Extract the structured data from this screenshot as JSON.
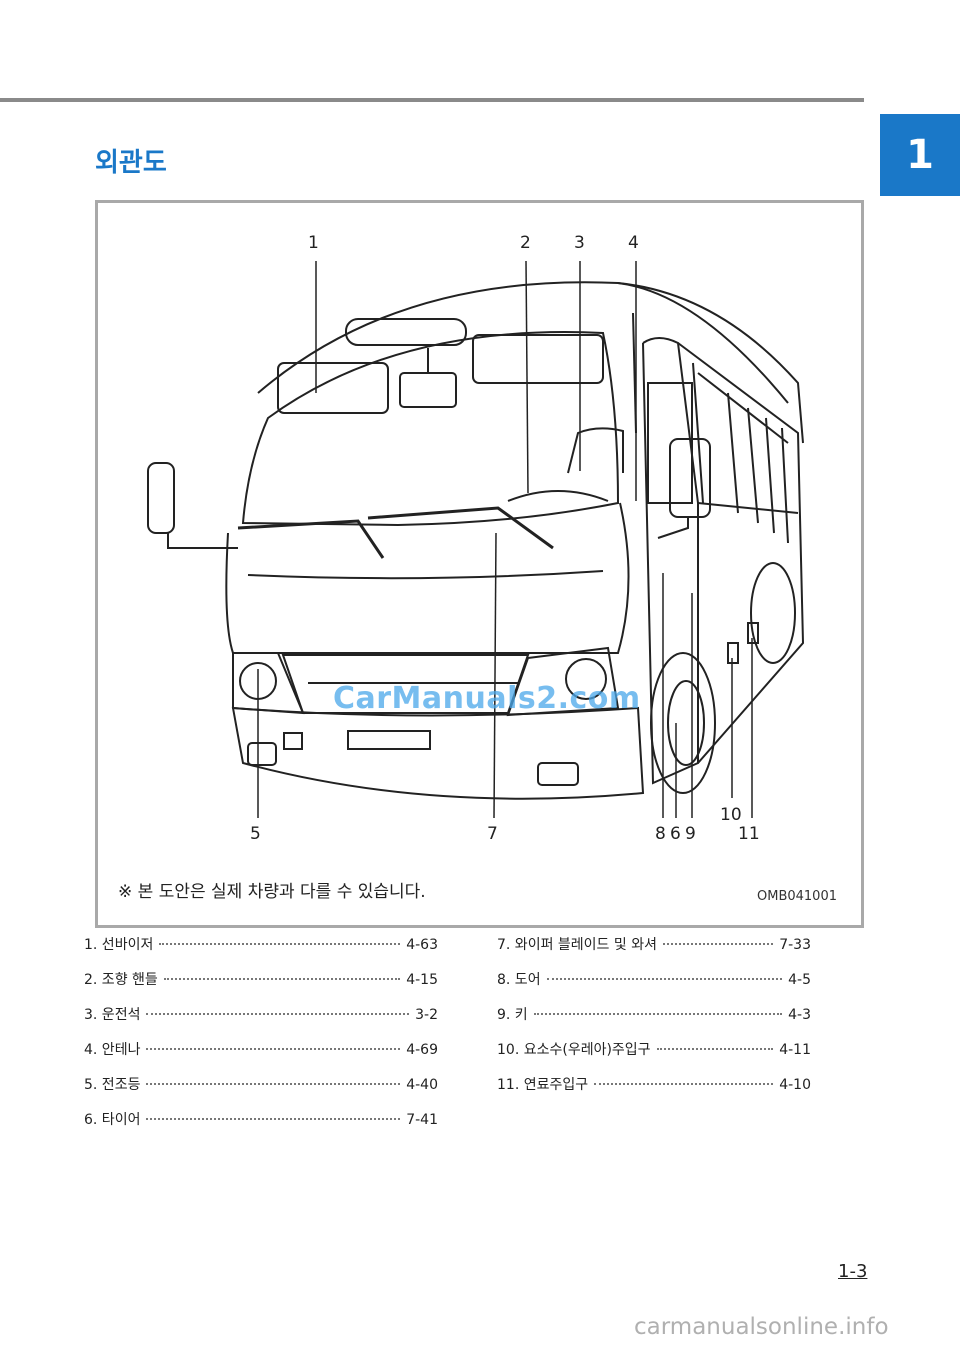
{
  "chapter_tab": "1",
  "section_title": "외관도",
  "callouts": [
    "1",
    "2",
    "3",
    "4",
    "5",
    "7",
    "8",
    "6",
    "9",
    "10",
    "11"
  ],
  "figure_note": "※ 본 도안은 실제 차량과 다를 수 있습니다.",
  "figure_code": "OMB041001",
  "watermark": "CarManuals2.com",
  "index_left": [
    {
      "label": "1. 선바이저",
      "page": "4-63"
    },
    {
      "label": "2. 조향 핸들",
      "page": "4-15"
    },
    {
      "label": "3. 운전석",
      "page": "3-2"
    },
    {
      "label": "4. 안테나",
      "page": "4-69"
    },
    {
      "label": "5. 전조등",
      "page": "4-40"
    },
    {
      "label": "6. 타이어",
      "page": "7-41"
    }
  ],
  "index_right": [
    {
      "label": "7. 와이퍼 블레이드 및 와셔",
      "page": "7-33"
    },
    {
      "label": "8. 도어",
      "page": "4-5"
    },
    {
      "label": "9. 키",
      "page": "4-3"
    },
    {
      "label": "10. 요소수(우레아)주입구",
      "page": "4-11"
    },
    {
      "label": "11. 연료주입구",
      "page": "4-10"
    }
  ],
  "page_number": "1-3",
  "footer_site": "carmanualsonline.info"
}
